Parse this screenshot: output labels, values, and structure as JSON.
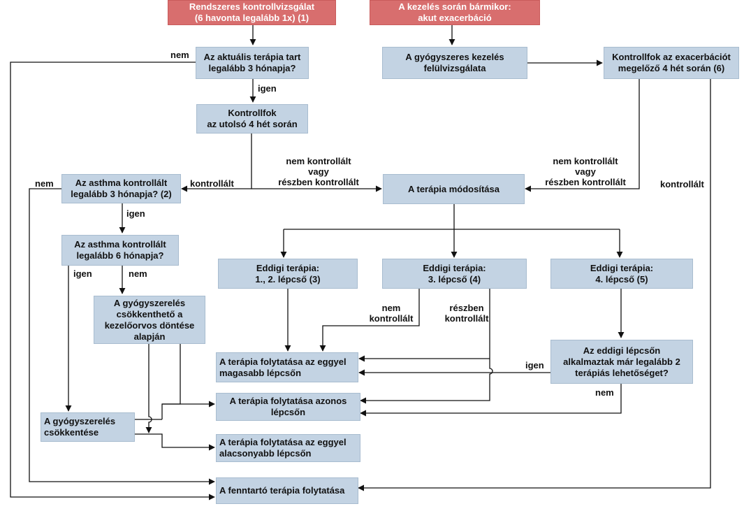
{
  "boxes": {
    "regular_check": "Rendszeres kontrollvizsgálat\n(6 havonta legalább 1x) (1)",
    "anytime_exacerbation": "A kezelés során bármikor:\nakut exacerbáció",
    "current_therapy_3m": "Az aktuális terápia tart\nlegalább 3 hónapja?",
    "drug_review": "A gyógyszeres kezelés\nfelülvizsgálata",
    "control_before_exac": "Kontrollfok az exacerbációt\nmegelőző 4 hét során (6)",
    "control_last_4w": "Kontrollfok\naz utolsó 4 hét során",
    "asthma_controlled_3m": "Az asthma kontrollált\nlegalább 3 hónapja? (2)",
    "therapy_modification": "A terápia módosítása",
    "asthma_controlled_6m": "Az asthma kontrollált\nlegalább 6 hónapja?",
    "prev_step_1_2": "Eddigi terápia:\n1., 2. lépcső (3)",
    "prev_step_3": "Eddigi terápia:\n3. lépcső (4)",
    "prev_step_4": "Eddigi terápia:\n4. lépcső (5)",
    "reduction_possible": "A gyógyszerelés\ncsökkenthető a\nkezelőorvos döntése\nalapján",
    "continue_higher": "A terápia folytatása az eggyel\nmagasabb lépcsőn",
    "two_options_tried": "Az eddigi lépcsőn\nalkalmaztak már legalább 2\nterápiás lehetőséget?",
    "continue_same": "A terápia folytatása azonos\nlépcsőn",
    "reduce_medication": "A gyógyszerelés\ncsökkentése",
    "continue_lower": "A terápia folytatása az eggyel\nalacsonyabb lépcsőn",
    "continue_maintenance": "A fenntartó terápia folytatása"
  },
  "labels": {
    "nem_1": "nem",
    "igen_1": "igen",
    "nem_2": "nem",
    "kontrollalt_1": "kontrollált",
    "not_controlled_mid": "nem kontrollált\nvagy\nrészben kontrollált",
    "not_controlled_right": "nem kontrollált\nvagy\nrészben kontrollált",
    "kontrollalt_2": "kontrollált",
    "igen_2": "igen",
    "igen_3": "igen",
    "nem_3": "nem",
    "nem_kontrollalt": "nem\nkontrollált",
    "reszben_kontrollalt": "részben\nkontrollált",
    "igen_4": "igen",
    "nem_4": "nem"
  }
}
